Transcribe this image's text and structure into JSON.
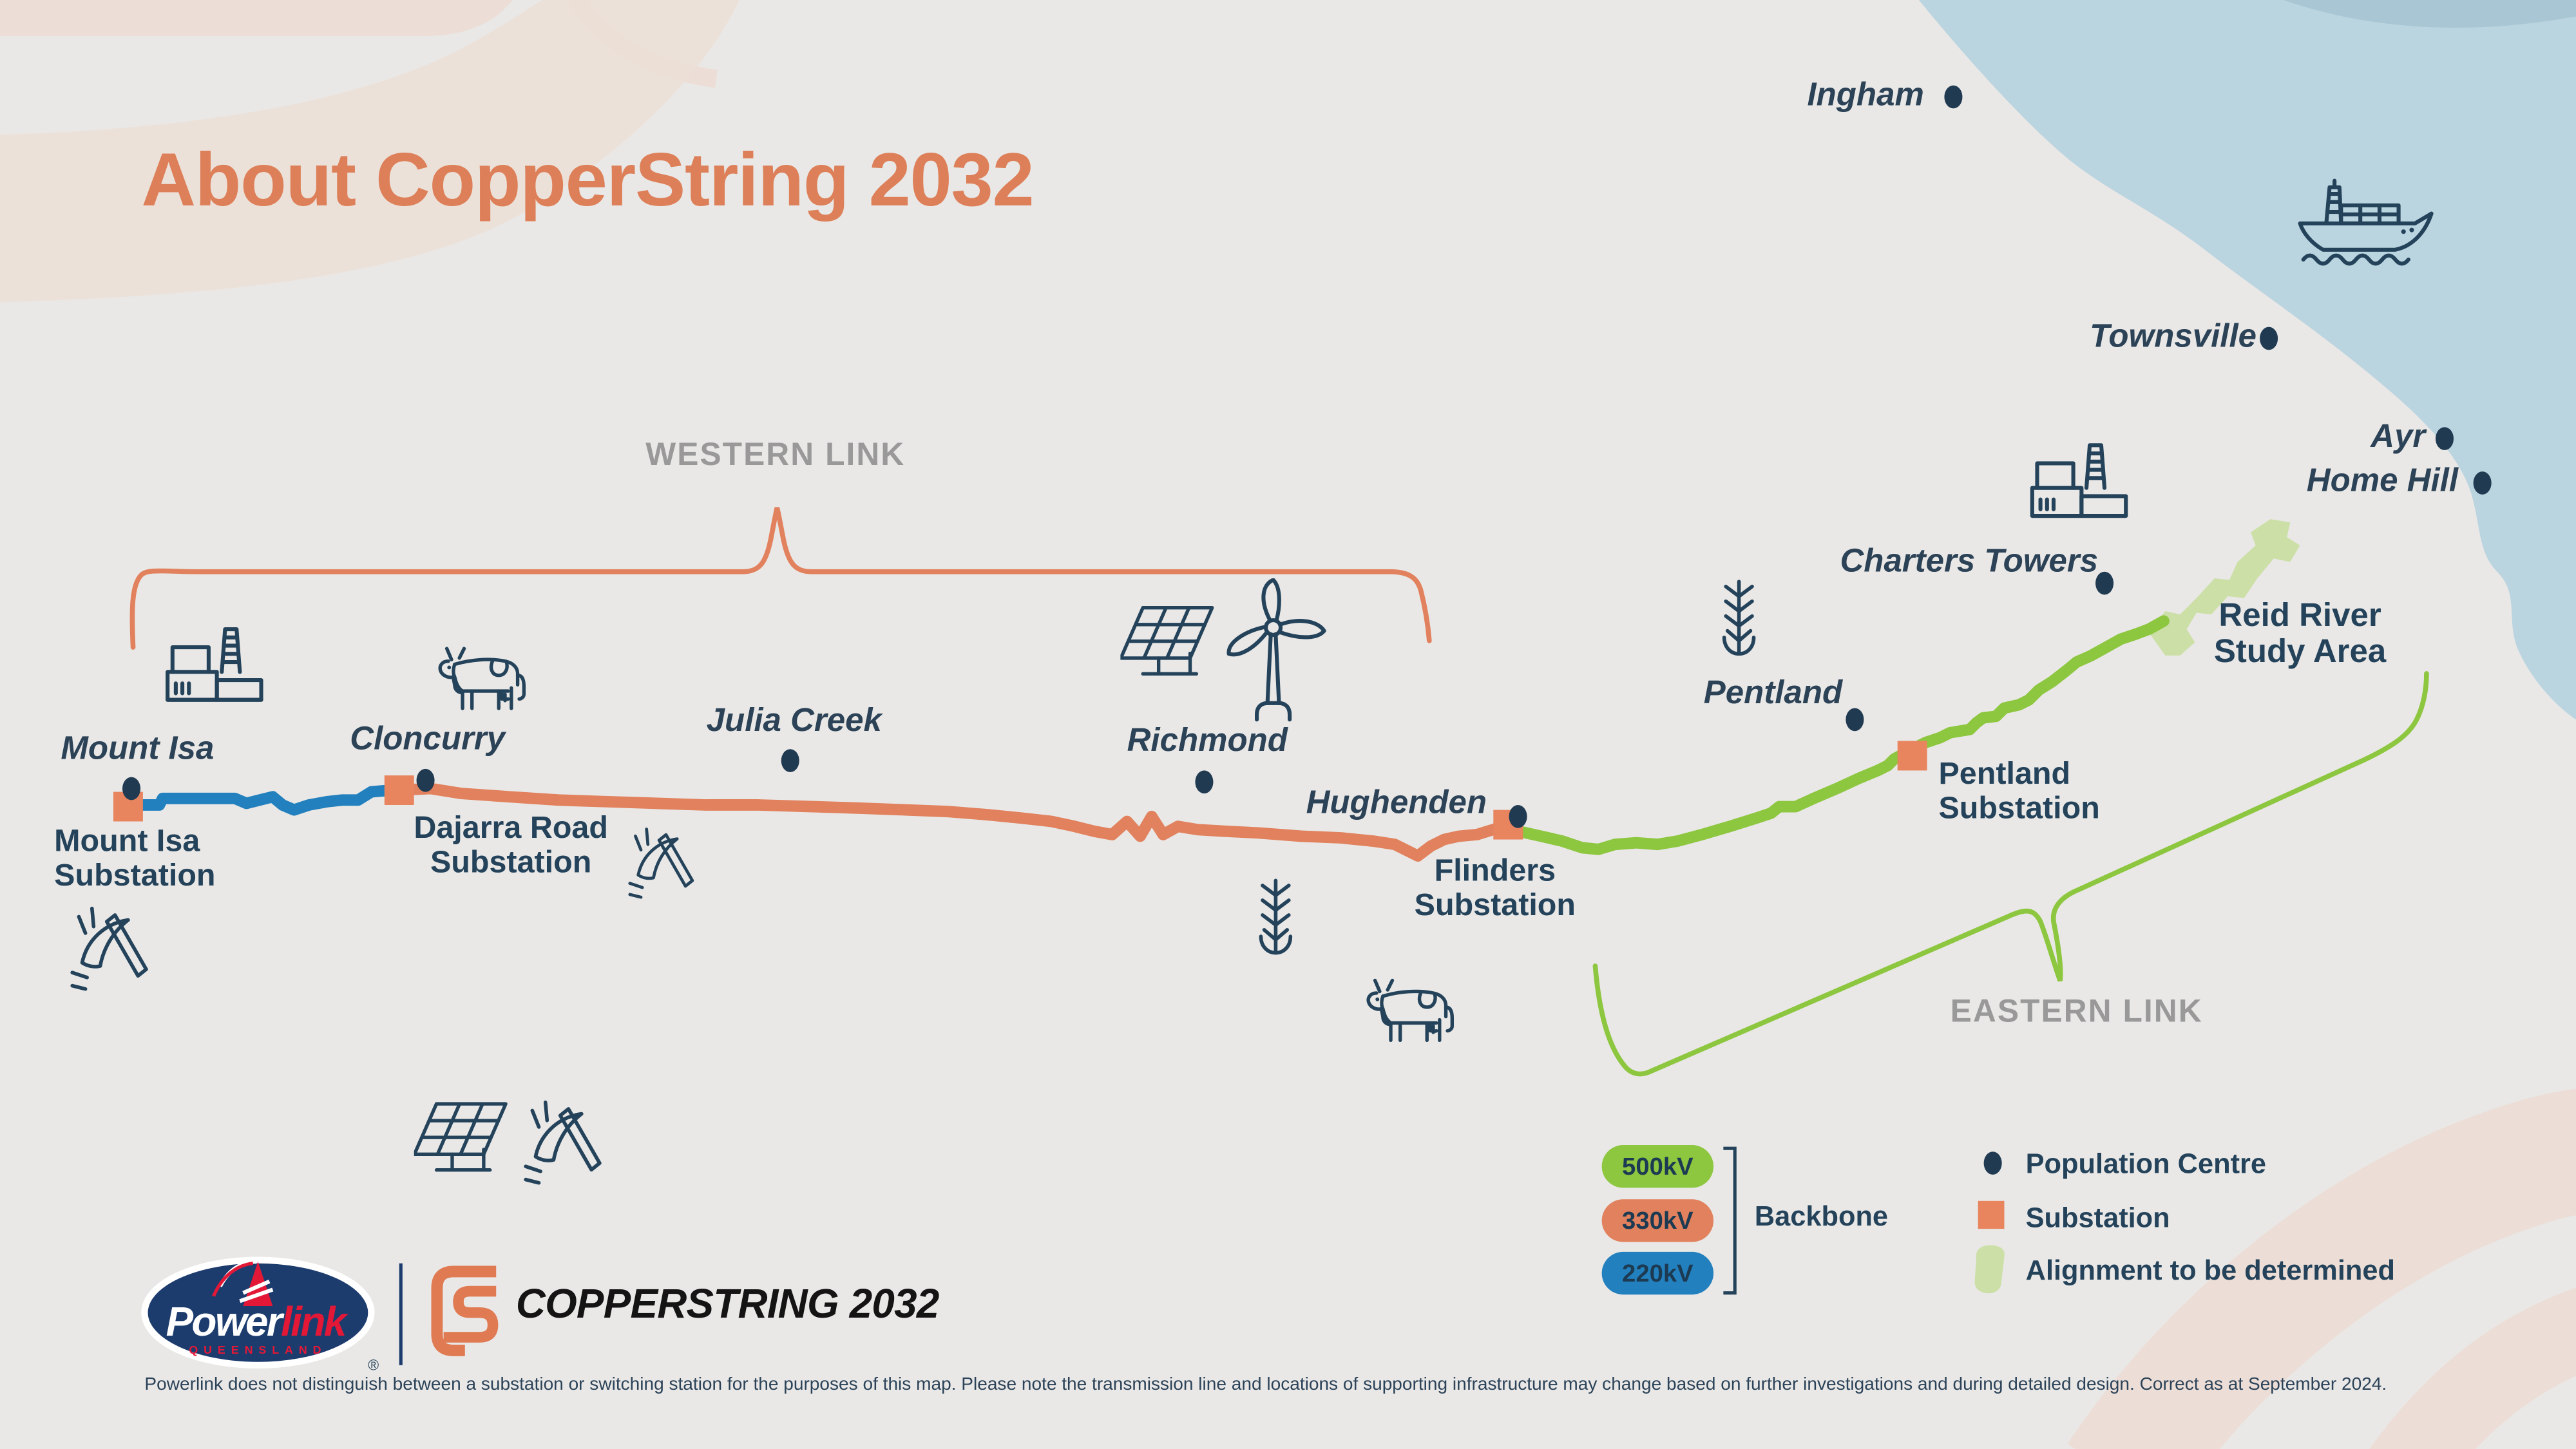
{
  "title": "About CopperString 2032",
  "links": {
    "western": "WESTERN LINK",
    "eastern": "EASTERN LINK"
  },
  "towns": [
    {
      "name": "Mount Isa"
    },
    {
      "name": "Cloncurry"
    },
    {
      "name": "Julia Creek"
    },
    {
      "name": "Richmond"
    },
    {
      "name": "Hughenden"
    },
    {
      "name": "Pentland"
    },
    {
      "name": "Charters Towers"
    },
    {
      "name": "Townsville"
    },
    {
      "name": "Ingham"
    },
    {
      "name": "Ayr"
    },
    {
      "name": "Home Hill"
    }
  ],
  "substations": [
    {
      "line1": "Mount Isa",
      "line2": "Substation"
    },
    {
      "line1": "Dajarra Road",
      "line2": "Substation"
    },
    {
      "line1": "Flinders",
      "line2": "Substation"
    },
    {
      "line1": "Pentland",
      "line2": "Substation"
    }
  ],
  "study_area": {
    "line1": "Reid River",
    "line2": "Study Area"
  },
  "legend": {
    "voltages": [
      {
        "label": "500kV",
        "color": "#8DC63F"
      },
      {
        "label": "330kV",
        "color": "#E2815D"
      },
      {
        "label": "220kV",
        "color": "#2380BE"
      }
    ],
    "backbone": "Backbone",
    "items": [
      {
        "label": "Population Centre",
        "marker": "population-dot"
      },
      {
        "label": "Substation",
        "marker": "substation-square"
      },
      {
        "label": "Alignment to be determined",
        "marker": "alignment-blob"
      }
    ]
  },
  "logos": {
    "powerlink": {
      "power": "Power",
      "link": "link",
      "state": "QUEENSLAND",
      "registered": "®"
    },
    "copperstring": "COPPERSTRING 2032"
  },
  "footnote": "Powerlink does not distinguish between a substation or switching station for the purposes of this map. Please note the transmission line and locations of supporting infrastructure may change based on further investigations and during detailed design. Correct as at September 2024.",
  "icons": [
    "power-station",
    "cow",
    "solar-panel",
    "wind-turbine",
    "wheat",
    "pickaxe",
    "ship"
  ],
  "colors": {
    "background": "#E9E8E6",
    "water": "#BAD4E0",
    "navy": "#24435B",
    "orange_330kv": "#E2815D",
    "green_500kv": "#8DC63F",
    "blue_220kv": "#2380BE",
    "study_area": "#CBDFA6",
    "substation_marker": "#E8855E",
    "link_label": "#999999",
    "title": "#DD8059",
    "decor_pink": "#ECDED6"
  }
}
